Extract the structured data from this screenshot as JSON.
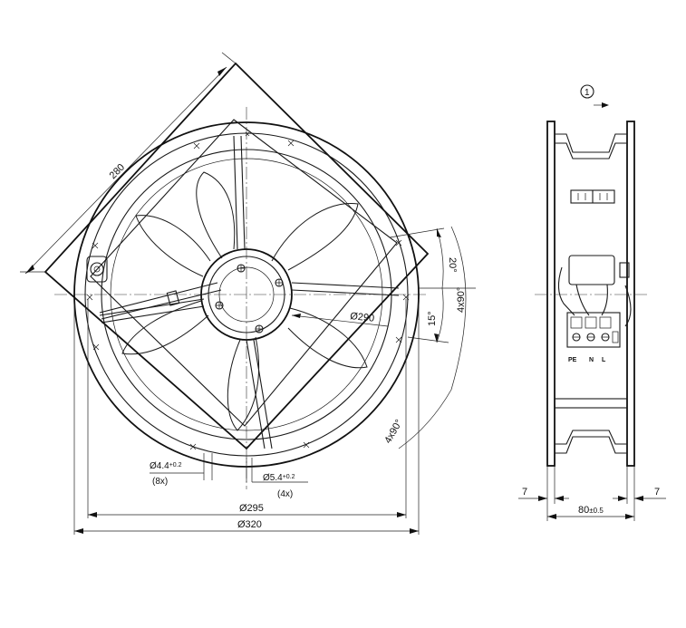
{
  "front_view": {
    "dia_diag": "280",
    "dia_blade": "Ø290",
    "dia_holes": "Ø295",
    "dia_frame": "Ø320",
    "hole_small": "Ø4.4",
    "hole_small_tol": "+0.2",
    "hole_small_qty": "(8x)",
    "hole_large": "Ø5.4",
    "hole_large_tol": "+0.2",
    "hole_large_qty": "(4x)",
    "angle_20": "20°",
    "angle_15": "15°",
    "angle_4x90_a": "4x90°",
    "angle_4x90_b": "4x90°"
  },
  "side_view": {
    "view_marker": "1",
    "width": "80",
    "width_tol": "±0.5",
    "flange_left": "7",
    "flange_right": "7",
    "terminal_pe": "PE",
    "terminal_n": "N",
    "terminal_l": "L"
  }
}
